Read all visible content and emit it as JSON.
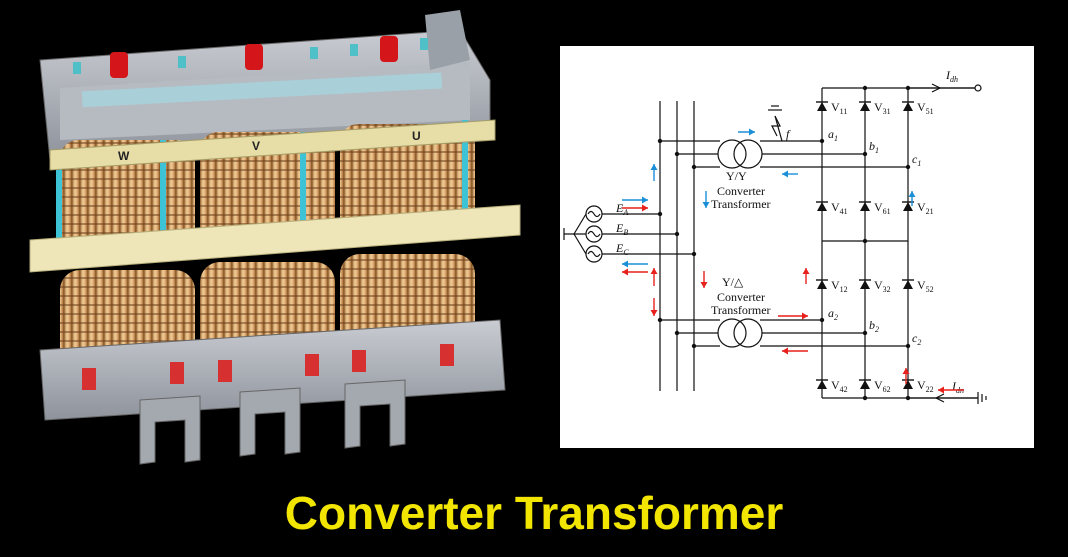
{
  "caption": "Converter Transformer",
  "photo": {
    "phase_labels": [
      "W",
      "V",
      "U"
    ]
  },
  "diagram": {
    "sources": [
      {
        "letter": "E",
        "sub": "A"
      },
      {
        "letter": "E",
        "sub": "B"
      },
      {
        "letter": "E",
        "sub": "C"
      }
    ],
    "transformers": [
      {
        "symbol": "Y/Y",
        "lines": [
          "Converter",
          "Transformer"
        ]
      },
      {
        "symbol": "Y/△",
        "lines": [
          "Converter",
          "Transformer"
        ]
      }
    ],
    "nodes": [
      {
        "letter": "a",
        "sub": "1"
      },
      {
        "letter": "b",
        "sub": "1"
      },
      {
        "letter": "c",
        "sub": "1"
      },
      {
        "letter": "a",
        "sub": "2"
      },
      {
        "letter": "b",
        "sub": "2"
      },
      {
        "letter": "c",
        "sub": "2"
      }
    ],
    "thyristors": [
      {
        "letter": "V",
        "sub": "11"
      },
      {
        "letter": "V",
        "sub": "31"
      },
      {
        "letter": "V",
        "sub": "51"
      },
      {
        "letter": "V",
        "sub": "41"
      },
      {
        "letter": "V",
        "sub": "61"
      },
      {
        "letter": "V",
        "sub": "21"
      },
      {
        "letter": "V",
        "sub": "12"
      },
      {
        "letter": "V",
        "sub": "32"
      },
      {
        "letter": "V",
        "sub": "52"
      },
      {
        "letter": "V",
        "sub": "42"
      },
      {
        "letter": "V",
        "sub": "62"
      },
      {
        "letter": "V",
        "sub": "22"
      }
    ],
    "currents": [
      {
        "letter": "I",
        "sub": "dh"
      },
      {
        "letter": "I",
        "sub": "dn"
      }
    ],
    "fault_label": "f",
    "colors": {
      "blue_arrow": "#1a8fd8",
      "red_arrow": "#e8201c",
      "line": "#111111"
    }
  }
}
